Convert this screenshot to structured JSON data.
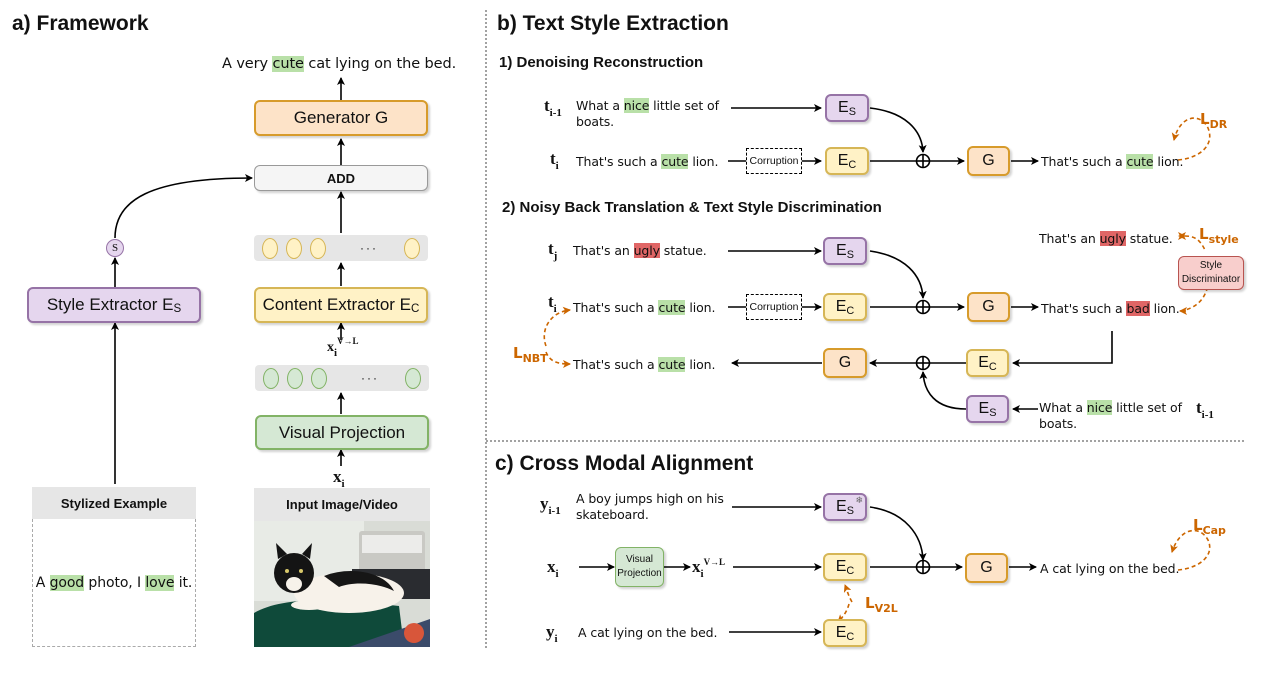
{
  "panels": {
    "a": {
      "title": "a) Framework",
      "output_caption": {
        "pre": "A very ",
        "hl": "cute",
        "post": " cat lying on the bed."
      },
      "generator": {
        "label": "Generator G"
      },
      "add": {
        "label": "ADD"
      },
      "content_extractor": {
        "label": "Content Extractor E",
        "sub": "C"
      },
      "style_extractor": {
        "label": "Style Extractor E",
        "sub": "S"
      },
      "style_token": "S",
      "visual_projection": {
        "label": "Visual Projection"
      },
      "projected_var": {
        "base": "x",
        "sub": "i",
        "sup": "V→L"
      },
      "input_var": {
        "base": "x",
        "sub": "i"
      },
      "token_ellipsis": "···",
      "stylized_example": {
        "header": "Stylized Example",
        "pre": "A ",
        "hl1": "good",
        "mid": " photo, I ",
        "hl2": "love",
        "post": " it."
      },
      "input_image": {
        "header": "Input Image/Video",
        "alt": "cat lying on a green pillow"
      }
    },
    "b": {
      "title": "b) Text Style Extraction",
      "sub1": {
        "title": "1) Denoising Reconstruction",
        "row1": {
          "var": {
            "base": "t",
            "sub": "i-1"
          },
          "text": {
            "pre": "What a ",
            "hl": "nice",
            "post": " little set of",
            "line2": "boats."
          },
          "block": {
            "base": "E",
            "sub": "S"
          }
        },
        "row2": {
          "var": {
            "base": "t",
            "sub": "i"
          },
          "text": {
            "pre": "That's such a ",
            "hl": "cute",
            "post": " lion."
          },
          "corruption": "Corruption",
          "block": {
            "base": "E",
            "sub": "C"
          }
        },
        "generator": "G",
        "output": {
          "pre": "That's such a ",
          "hl": "cute",
          "post": " lion."
        },
        "loss": {
          "base": "L",
          "sub": "DR"
        }
      },
      "sub2": {
        "title": "2) Noisy Back Translation & Text Style Discrimination",
        "row1": {
          "var": {
            "base": "t",
            "sub": "j"
          },
          "text": {
            "pre": "That's an ",
            "hl": "ugly",
            "post": " statue."
          },
          "block": {
            "base": "E",
            "sub": "S"
          }
        },
        "row2": {
          "var": {
            "base": "t",
            "sub": "i"
          },
          "text": {
            "pre": "That's such a ",
            "hl": "cute",
            "post": " lion."
          },
          "corruption": "Corruption",
          "block": {
            "base": "E",
            "sub": "C"
          }
        },
        "generator": "G",
        "output": {
          "pre": "That's such a ",
          "hl": "bad",
          "post": " lion."
        },
        "style_ref": {
          "pre": "That's an ",
          "hl": "ugly",
          "post": " statue."
        },
        "discriminator": {
          "line1": "Style",
          "line2": "Discriminator"
        },
        "loss_style": {
          "base": "L",
          "sub": "style"
        },
        "back": {
          "content_block": {
            "base": "E",
            "sub": "C"
          },
          "style_block": {
            "base": "E",
            "sub": "S"
          },
          "generator": "G",
          "reconstruction": {
            "pre": "That's such a ",
            "hl": "cute",
            "post": " lion."
          },
          "style_input": {
            "pre": "What a ",
            "hl": "nice",
            "post": " little set of",
            "line2": "boats."
          },
          "style_var": {
            "base": "t",
            "sub": "i-1"
          }
        },
        "loss_nbt": {
          "base": "L",
          "sub": "NBT"
        }
      }
    },
    "c": {
      "title": "c) Cross Modal Alignment",
      "row1": {
        "var": {
          "base": "y",
          "sub": "i-1"
        },
        "text": {
          "line1": "A boy jumps high on his",
          "line2": "skateboard."
        },
        "block": {
          "base": "E",
          "sub": "S"
        },
        "frozen_icon": "snowflake-icon"
      },
      "row2": {
        "var": {
          "base": "x",
          "sub": "i"
        },
        "projection": {
          "line1": "Visual",
          "line2": "Projection"
        },
        "projected_var": {
          "base": "x",
          "sub": "i",
          "sup": "V→L"
        },
        "block": {
          "base": "E",
          "sub": "C"
        }
      },
      "row3": {
        "var": {
          "base": "y",
          "sub": "i"
        },
        "text": "A cat lying on the bed.",
        "block": {
          "base": "E",
          "sub": "C"
        }
      },
      "generator": "G",
      "output": "A cat lying on the bed.",
      "loss_v2l": {
        "base": "L",
        "sub": "V2L"
      },
      "loss_cap": {
        "base": "L",
        "sub": "Cap"
      }
    }
  },
  "colors": {
    "generator_fill": "#fde3c8",
    "generator_stroke": "#d79b2b",
    "content_fill": "#fff2c6",
    "content_stroke": "#d6b656",
    "style_fill": "#e5d6ee",
    "style_stroke": "#9673a6",
    "visual_fill": "#d5e8d4",
    "visual_stroke": "#82b366",
    "discriminator_fill": "#f8cecc",
    "highlight_positive": "#b9e0a8",
    "highlight_negative": "#e06666",
    "loss": "#cc6600"
  }
}
